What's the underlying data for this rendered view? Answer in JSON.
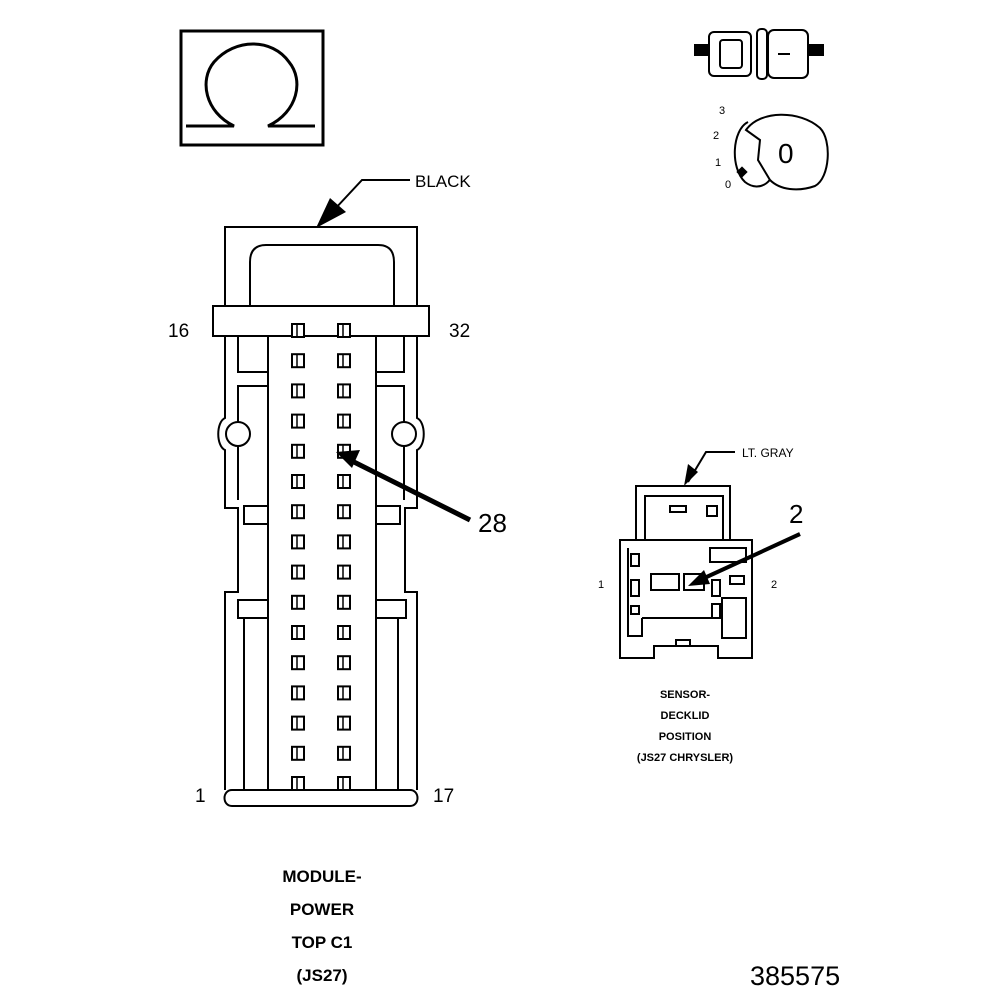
{
  "icons": {
    "ohm": "omega-symbol",
    "connector_mate": "connector-mate-icon",
    "ignition": "ignition-key-icon"
  },
  "ignition_key": {
    "current_position": "0",
    "positions": [
      "3",
      "2",
      "1",
      "0"
    ]
  },
  "module_connector": {
    "color_label": "BLACK",
    "pin_labels": {
      "top_left": "16",
      "top_right": "32",
      "bottom_left": "1",
      "bottom_right": "17"
    },
    "callout_pin": "28",
    "caption": [
      "MODULE-",
      "POWER",
      "TOP C1",
      "(JS27)"
    ]
  },
  "sensor_connector": {
    "color_label": "LT. GRAY",
    "callout_pin": "2",
    "side_labels": {
      "left": "1",
      "right": "2"
    },
    "caption": [
      "SENSOR-",
      "DECKLID",
      "POSITION",
      "(JS27 CHRYSLER)"
    ]
  },
  "reference_number": "385575"
}
